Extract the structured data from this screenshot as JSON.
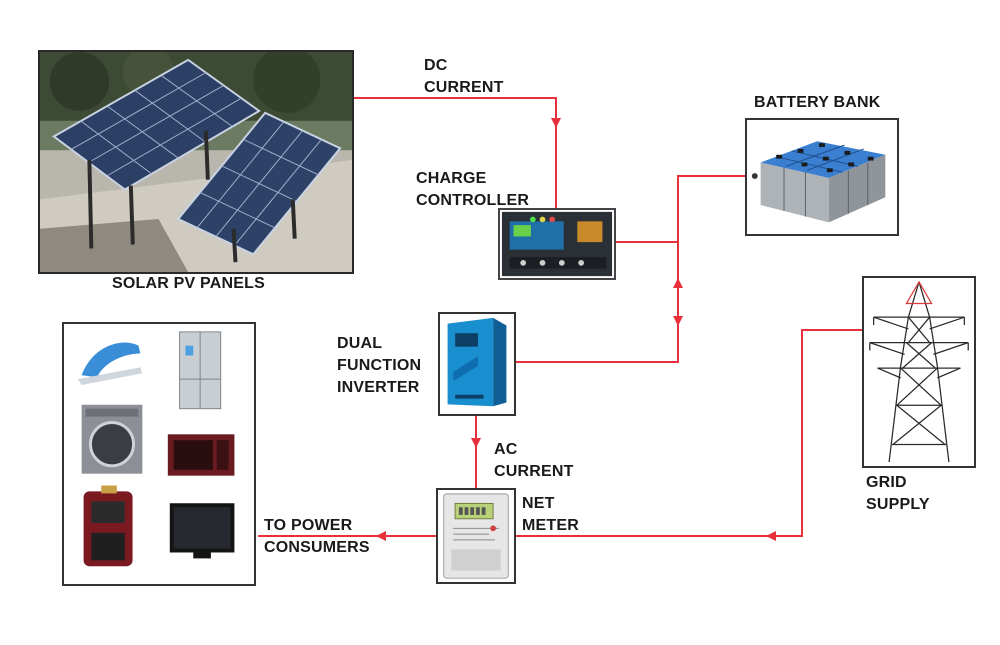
{
  "labels": {
    "dc_current": [
      "DC",
      "CURRENT"
    ],
    "battery_bank": "BATTERY BANK",
    "charge_controller": [
      "CHARGE",
      "CONTROLLER"
    ],
    "solar_pv_panels": "SOLAR PV PANELS",
    "dual_function_inverter": [
      "DUAL",
      "FUNCTION",
      "INVERTER"
    ],
    "ac_current": [
      "AC",
      "CURRENT"
    ],
    "net_meter": [
      "NET",
      "METER"
    ],
    "grid_supply": [
      "GRID",
      "SUPPLY"
    ],
    "to_power_consumers": [
      "TO POWER",
      "CONSUMERS"
    ]
  },
  "components": [
    {
      "id": "solar-pv-panels",
      "icon": "solar-panel-photo"
    },
    {
      "id": "charge-controller",
      "icon": "charge-controller-icon"
    },
    {
      "id": "battery-bank",
      "icon": "battery-bank-icon"
    },
    {
      "id": "dual-function-inverter",
      "icon": "inverter-icon"
    },
    {
      "id": "net-meter",
      "icon": "electric-meter-icon"
    },
    {
      "id": "grid-supply",
      "icon": "transmission-tower-icon"
    },
    {
      "id": "power-consumers",
      "icon": "home-appliances-icon"
    }
  ],
  "appliances": [
    "iron-icon",
    "refrigerator-icon",
    "washing-machine-icon",
    "microwave-icon",
    "coffee-machine-icon",
    "television-icon"
  ],
  "colors": {
    "wire": "#e8303a",
    "border": "#333333",
    "text": "#1a1a1a"
  }
}
